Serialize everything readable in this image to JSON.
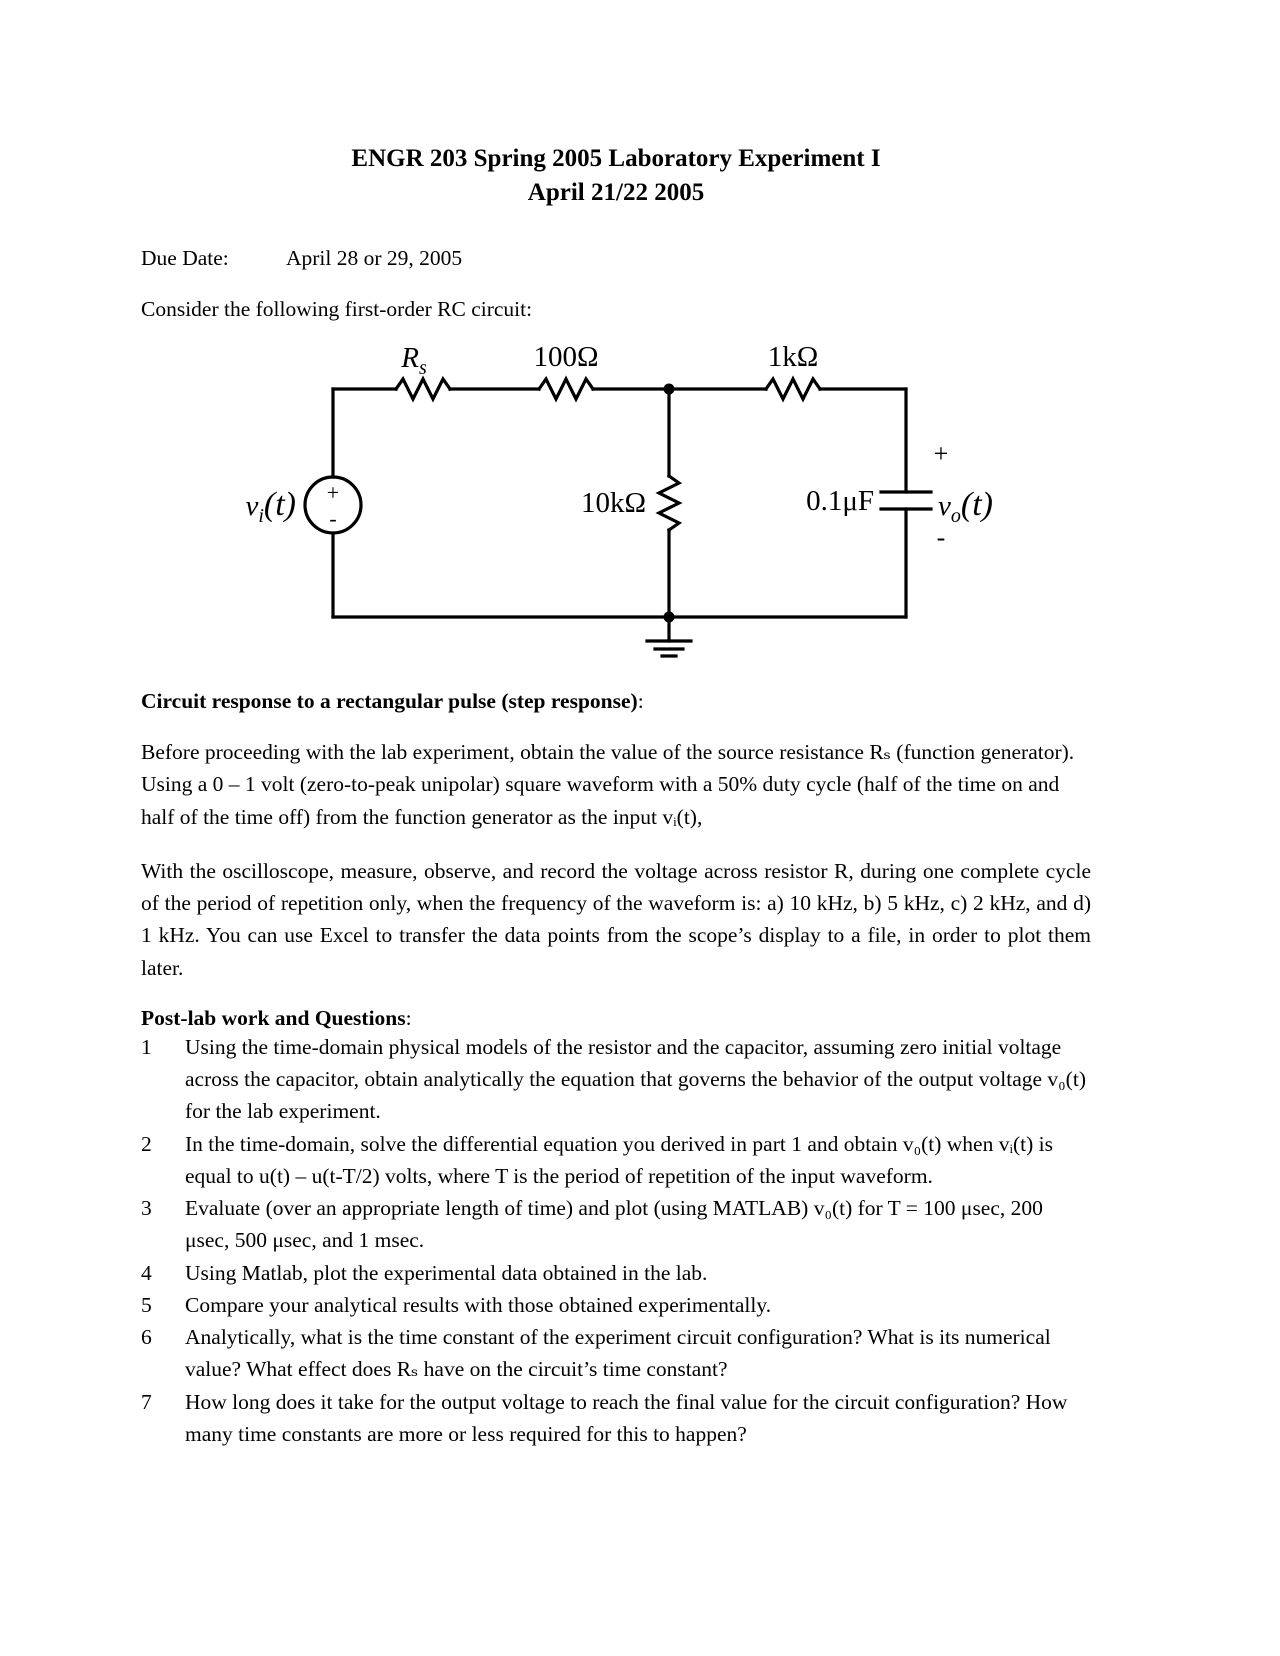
{
  "document": {
    "title_line1": "ENGR 203 Spring 2005 Laboratory Experiment I",
    "title_line2": "April 21/22 2005",
    "due_label": "Due Date:",
    "due_value": "April 28 or 29, 2005",
    "intro": "Consider the following first-order RC circuit:"
  },
  "circuit": {
    "source_label_v": "v",
    "source_label_sub": "i",
    "source_label_arg": "(t)",
    "source_plus": "+",
    "source_minus": "-",
    "rs_label_r": "R",
    "rs_label_sub": "s",
    "r100_label": "100Ω",
    "r1k_label": "1kΩ",
    "r10k_label": "10kΩ",
    "cap_label": "0.1μF",
    "out_label_v": "v",
    "out_label_sub": "o",
    "out_label_arg": "(t)",
    "out_plus": "+",
    "out_minus": "-",
    "ground_icon": "ground-icon",
    "line_color": "#000000"
  },
  "sections": {
    "step_response": {
      "heading_bold": "Circuit response to a rectangular pulse (step response)",
      "heading_tail": ":",
      "p1": "Before proceeding with the lab experiment, obtain the value of the source resistance Rₛ (function generator).",
      "p2": "Using a 0 – 1 volt (zero-to-peak unipolar) square waveform with a 50% duty cycle (half of the time on and half of the time off) from the function generator as the input vᵢ(t),",
      "p3": "With the oscilloscope, measure, observe, and record the voltage across resistor R, during one complete cycle of the period of repetition only, when the frequency of the waveform is: a) 10 kHz, b) 5 kHz, c) 2 kHz, and d) 1 kHz. You can use Excel to transfer the data points from the scope’s display to a file, in order to plot them later."
    },
    "post_lab": {
      "heading_bold": "Post-lab work and Questions",
      "heading_tail": ":",
      "items": [
        {
          "num": "1",
          "text": "Using the time-domain physical models of the resistor and the capacitor, assuming zero initial voltage across the capacitor, obtain analytically the equation that governs the behavior of the output voltage v₀(t) for the lab experiment."
        },
        {
          "num": "2",
          "text": "In the time-domain, solve the differential equation you derived in part 1 and obtain v₀(t) when vᵢ(t) is equal to u(t) – u(t-T/2) volts, where T is the period of repetition of the input waveform."
        },
        {
          "num": "3",
          "text": "Evaluate (over an appropriate length of time) and plot (using MATLAB) v₀(t) for T = 100 μsec, 200 μsec, 500 μsec, and 1 msec."
        },
        {
          "num": "4",
          "text": "Using Matlab, plot the experimental data obtained in the lab."
        },
        {
          "num": "5",
          "text": "Compare your analytical results with those obtained experimentally."
        },
        {
          "num": "6",
          "text": "Analytically, what is the time constant of the experiment circuit configuration? What is its numerical value? What effect does Rₛ have on the circuit’s time constant?"
        },
        {
          "num": "7",
          "text": "How long does it take for the output voltage to reach the final value for the circuit configuration? How many time constants are more or less required for this to happen?"
        }
      ]
    }
  }
}
